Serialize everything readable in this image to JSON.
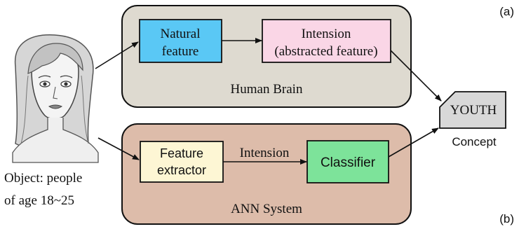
{
  "panel_a": {
    "label": "(a)",
    "container_label": "Human Brain",
    "box1_lines": [
      "Natural",
      "feature"
    ],
    "box2_lines": [
      "Intension",
      "(abstracted feature)"
    ]
  },
  "panel_b": {
    "label": "(b)",
    "container_label": "ANN System",
    "box1_lines": [
      "Feature",
      "extractor"
    ],
    "arrow_label": "Intension",
    "box2_label": "Classifier"
  },
  "object": {
    "caption_lines": [
      "Object:  people",
      "of age 18~25"
    ]
  },
  "concept": {
    "box_label": "YOUTH",
    "caption": "Concept"
  },
  "colors": {
    "human_brain_bg": "#dedad0",
    "ann_system_bg": "#ddbcaa",
    "natural_feature": "#5ac8f5",
    "intension": "#fad6e6",
    "feature_extractor": "#fdf6d4",
    "classifier": "#7de39a",
    "concept_box": "#d8d8d8"
  }
}
